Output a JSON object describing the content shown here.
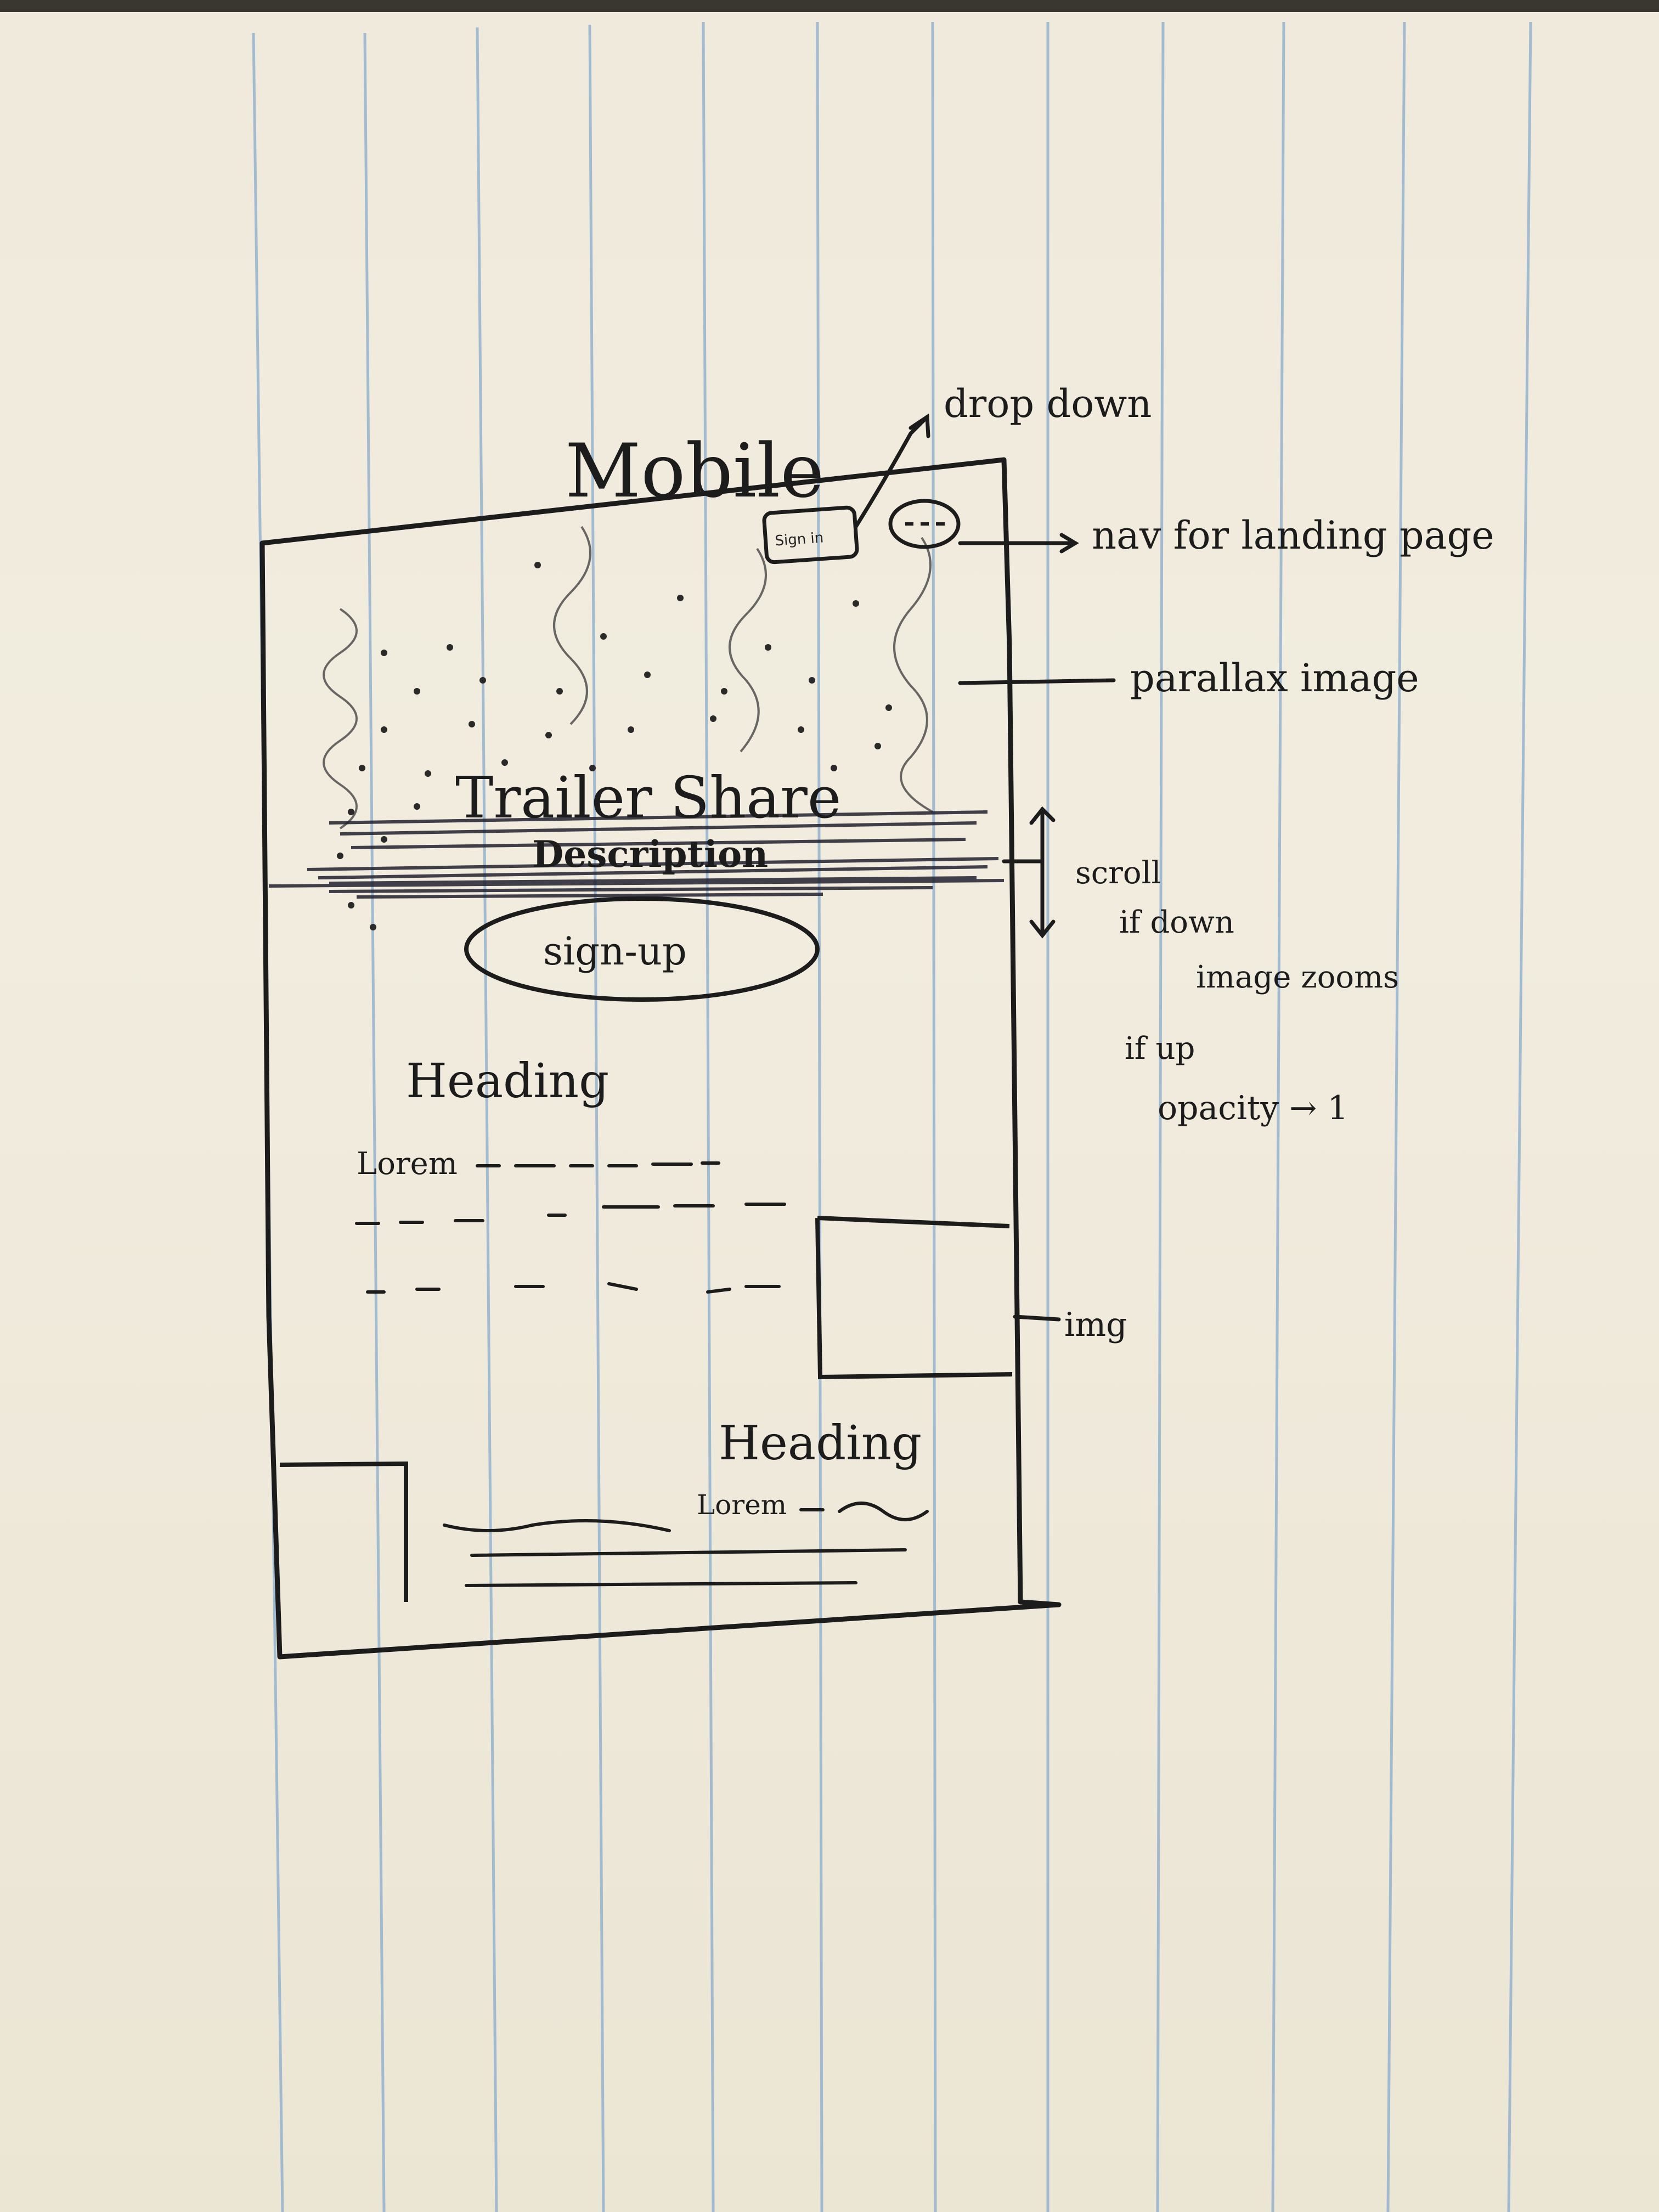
{
  "sketch": {
    "title": "Mobile",
    "phone": {
      "signin_label": "Sign in",
      "hero_title": "Trailer Share",
      "hero_description": "Description",
      "signup_label": "sign-up",
      "section1": {
        "heading": "Heading",
        "body": "Lorem"
      },
      "section2": {
        "heading": "Heading",
        "body": "Lorem"
      }
    },
    "annotations": {
      "dropdown": "drop down",
      "nav": "nav for landing page",
      "parallax": "parallax image",
      "scroll": "scroll",
      "if_down": "if down",
      "image_zooms": "image zooms",
      "if_up": "if up",
      "opacity": "opacity → 1",
      "img": "img"
    }
  },
  "colors": {
    "paper": "#efeadc",
    "ruling": "#8fb0cf",
    "ink": "#1c1c1c"
  }
}
